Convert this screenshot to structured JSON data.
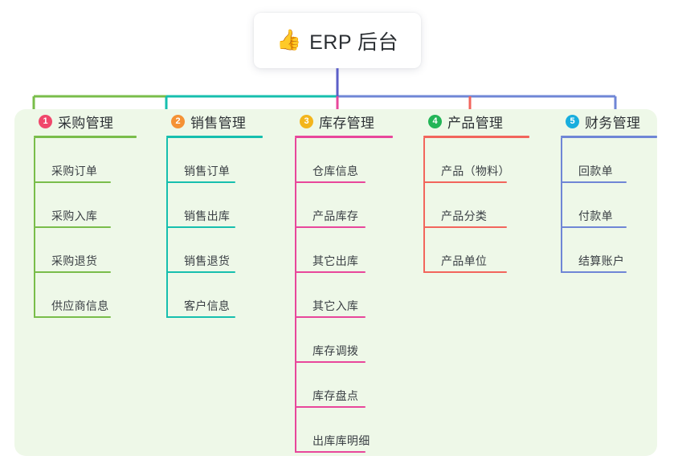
{
  "title": {
    "emoji": "👍",
    "emoji_name": "thumbs-up-icon",
    "text": "ERP 后台"
  },
  "palette": {
    "panel_bg": "#eef8e8",
    "page_bg": "#ffffff",
    "stem": "#5c5fc8",
    "green": "#79bd4a",
    "teal": "#16bfae",
    "pink": "#e8479b",
    "red": "#f2655c",
    "blue": "#6f86d6"
  },
  "columns": [
    {
      "number": "1",
      "label": "采购管理",
      "badge_color": "#f0476b",
      "line_color": "#79bd4a",
      "items": [
        "采购订单",
        "采购入库",
        "采购退货",
        "供应商信息"
      ]
    },
    {
      "number": "2",
      "label": "销售管理",
      "badge_color": "#f59235",
      "line_color": "#16bfae",
      "items": [
        "销售订单",
        "销售出库",
        "销售退货",
        "客户信息"
      ]
    },
    {
      "number": "3",
      "label": "库存管理",
      "badge_color": "#f3b51c",
      "line_color": "#e8479b",
      "items": [
        "仓库信息",
        "产品库存",
        "其它出库",
        "其它入库",
        "库存调拨",
        "库存盘点",
        "出库库明细"
      ]
    },
    {
      "number": "4",
      "label": "产品管理",
      "badge_color": "#23b557",
      "line_color": "#f2655c",
      "items": [
        "产品（物料）",
        "产品分类",
        "产品单位"
      ]
    },
    {
      "number": "5",
      "label": "财务管理",
      "badge_color": "#18aede",
      "line_color": "#6f86d6",
      "items": [
        "回款单",
        "付款单",
        "结算账户"
      ]
    }
  ]
}
